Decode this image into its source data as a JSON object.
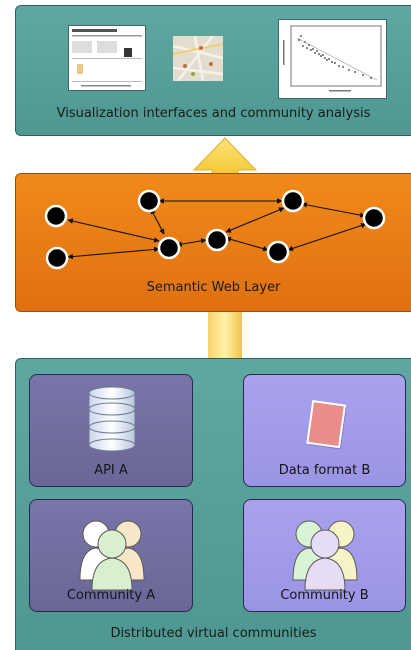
{
  "layers": {
    "visualization": {
      "label": "Visualization interfaces and community analysis"
    },
    "semantic": {
      "label": "Semantic Web Layer"
    },
    "distributed": {
      "label": "Distributed virtual communities"
    }
  },
  "cards": {
    "api_a": {
      "label": "API A"
    },
    "data_format_b": {
      "label": "Data format B"
    },
    "community_a": {
      "label": "Community A"
    },
    "community_b": {
      "label": "Community B"
    }
  },
  "colors": {
    "teal": "#56a09a",
    "orange": "#ea7d14",
    "arrow": "#f7d44c",
    "card_dark": "#736ea0",
    "card_light": "#a19bea"
  }
}
